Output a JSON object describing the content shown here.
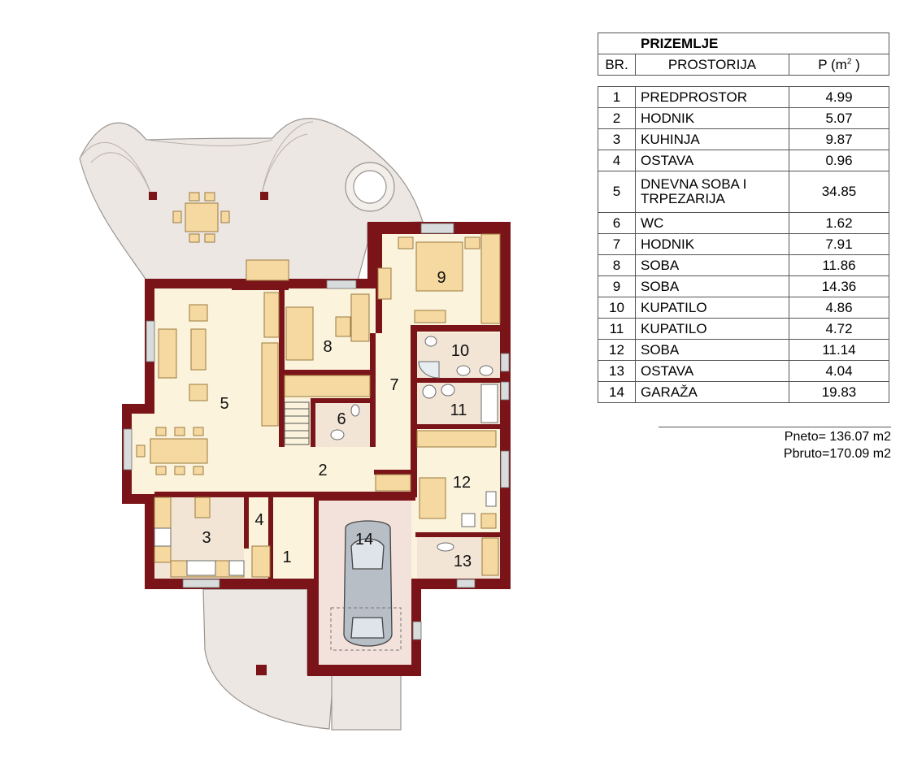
{
  "table": {
    "title": "PRIZEMLJE",
    "col_no": "BR.",
    "col_room": "PROSTORIJA",
    "col_area_prefix": "P (m",
    "col_area_sup": "2",
    "col_area_suffix": " )",
    "rows": [
      {
        "no": "1",
        "name": "PREDPROSTOR",
        "area": "4.99"
      },
      {
        "no": "2",
        "name": "HODNIK",
        "area": "5.07"
      },
      {
        "no": "3",
        "name": "KUHINJA",
        "area": "9.87"
      },
      {
        "no": "4",
        "name": "OSTAVA",
        "area": "0.96"
      },
      {
        "no": "5",
        "name": "DNEVNA SOBA I TRPEZARIJA",
        "area": "34.85"
      },
      {
        "no": "6",
        "name": "WC",
        "area": "1.62"
      },
      {
        "no": "7",
        "name": "HODNIK",
        "area": "7.91"
      },
      {
        "no": "8",
        "name": "SOBA",
        "area": "11.86"
      },
      {
        "no": "9",
        "name": "SOBA",
        "area": "14.36"
      },
      {
        "no": "10",
        "name": "KUPATILO",
        "area": "4.86"
      },
      {
        "no": "11",
        "name": "KUPATILO",
        "area": "4.72"
      },
      {
        "no": "12",
        "name": "SOBA",
        "area": "11.14"
      },
      {
        "no": "13",
        "name": "OSTAVA",
        "area": "4.04"
      },
      {
        "no": "14",
        "name": "GARAŽA",
        "area": "19.83"
      }
    ]
  },
  "totals": {
    "net": "Pneto= 136.07 m2",
    "gross": "Pbruto=170.09 m2"
  },
  "plan": {
    "colors": {
      "wall": "#7a1418",
      "floor": "#fbf3dc",
      "wet_floor": "#f3e5d6",
      "garage_floor": "#f3e2dc",
      "terrace": "#ece7e3",
      "furniture": "#f6d9a0",
      "furniture_stroke": "#9a7a40",
      "window": "#d8dcdc"
    },
    "room_labels": [
      "1",
      "2",
      "3",
      "4",
      "5",
      "6",
      "7",
      "8",
      "9",
      "10",
      "11",
      "12",
      "13",
      "14"
    ]
  }
}
